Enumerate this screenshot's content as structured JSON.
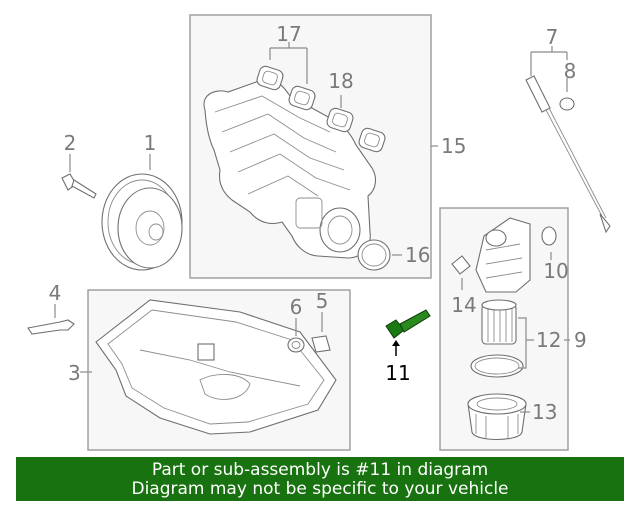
{
  "diagram": {
    "callouts": {
      "c1": "1",
      "c2": "2",
      "c3": "3",
      "c4": "4",
      "c5": "5",
      "c6": "6",
      "c7": "7",
      "c8": "8",
      "c9": "9",
      "c10": "10",
      "c11": "11",
      "c12": "12",
      "c13": "13",
      "c14": "14",
      "c15": "15",
      "c16": "16",
      "c17": "17",
      "c18": "18"
    },
    "highlighted_part": "11",
    "colors": {
      "highlight_part": "#1a7a12",
      "banner": "#17720f",
      "callout": "#7a7a7a"
    }
  },
  "banner": {
    "line1": "Part or sub-assembly is #11 in diagram",
    "line2": "Diagram may not be specific to your vehicle"
  }
}
